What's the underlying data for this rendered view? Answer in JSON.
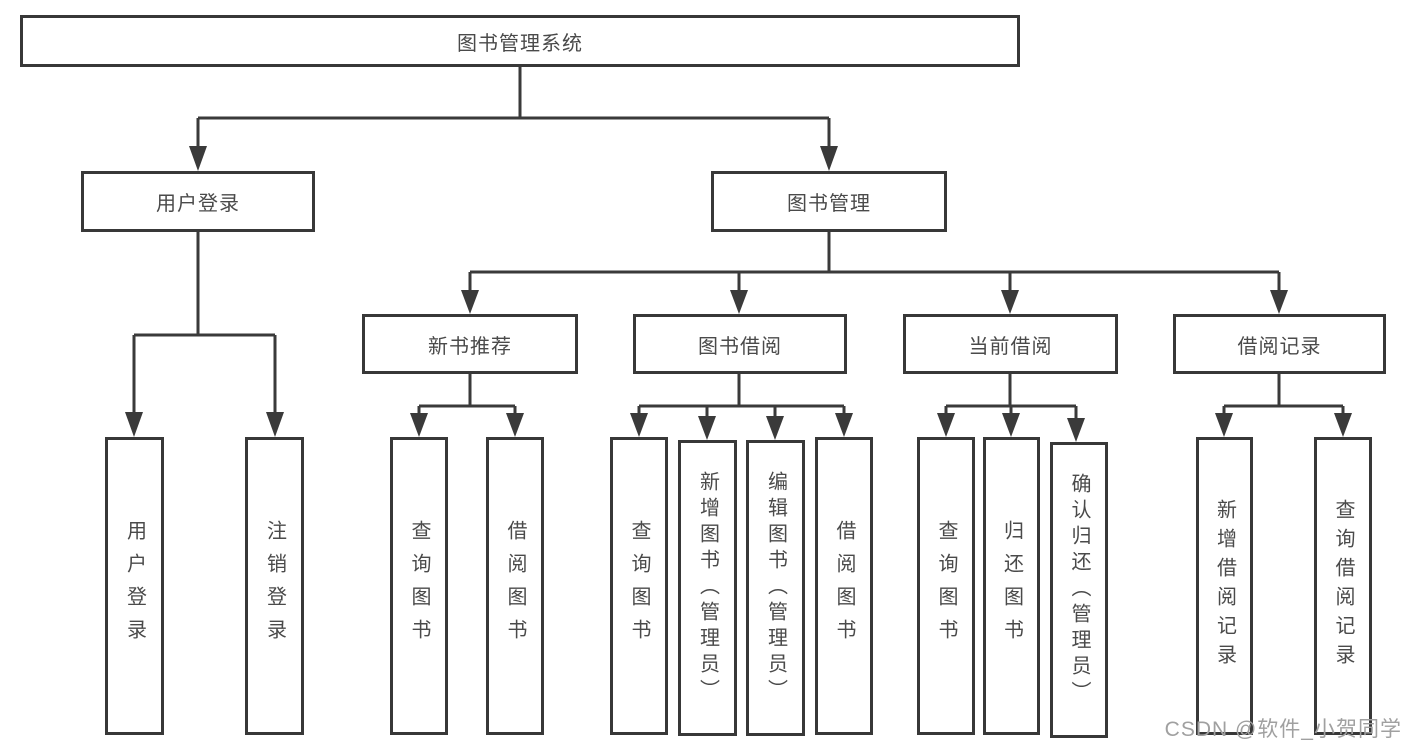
{
  "colors": {
    "line": "#3a3a3a",
    "box_border": "#383838",
    "text": "#4a4a4a",
    "watermark": "#a0a0a0",
    "background": "#ffffff"
  },
  "watermark": {
    "text": "CSDN @软件_小贺同学"
  },
  "tree": {
    "root": {
      "label": "图书管理系统"
    },
    "branches": [
      {
        "label": "用户登录",
        "children": [
          {
            "label": "用户登录"
          },
          {
            "label": "注销登录"
          }
        ]
      },
      {
        "label": "图书管理",
        "groups": [
          {
            "label": "新书推荐",
            "children": [
              {
                "label": "查询图书"
              },
              {
                "label": "借阅图书"
              }
            ]
          },
          {
            "label": "图书借阅",
            "children": [
              {
                "label": "查询图书"
              },
              {
                "label": "新增图书（管理员）"
              },
              {
                "label": "编辑图书（管理员）"
              },
              {
                "label": "借阅图书"
              }
            ]
          },
          {
            "label": "当前借阅",
            "children": [
              {
                "label": "查询图书"
              },
              {
                "label": "归还图书"
              },
              {
                "label": "确认归还（管理员）"
              }
            ]
          },
          {
            "label": "借阅记录",
            "children": [
              {
                "label": "新增借阅记录"
              },
              {
                "label": "查询借阅记录"
              }
            ]
          }
        ]
      }
    ]
  }
}
